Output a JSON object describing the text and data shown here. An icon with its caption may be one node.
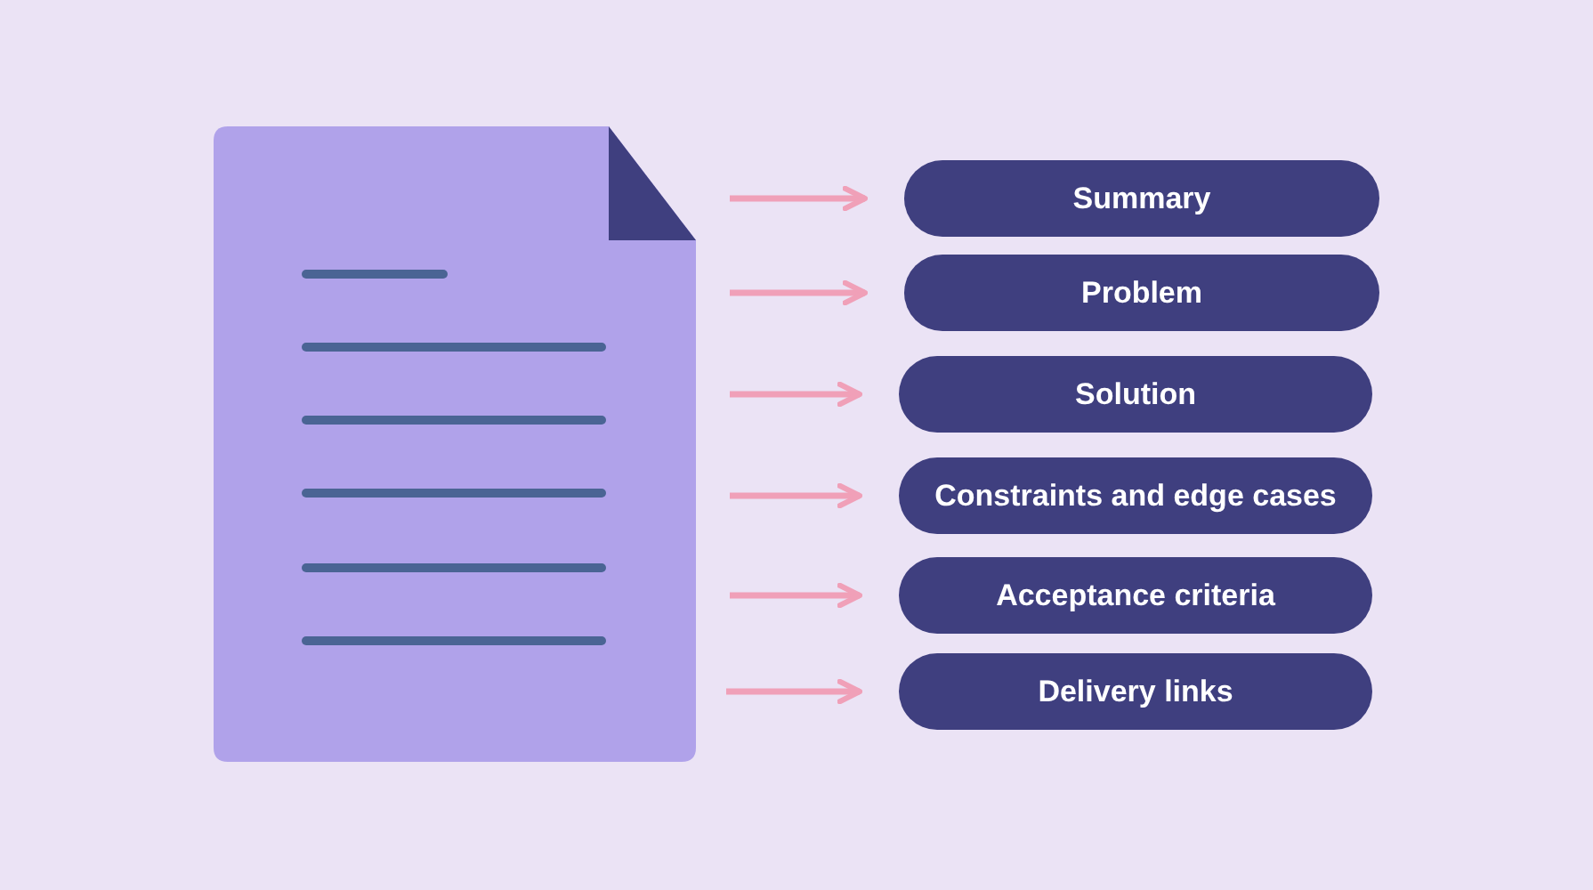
{
  "diagram": {
    "nodes": [
      {
        "text": [
          "Summary"
        ]
      },
      {
        "text": [
          "Problem"
        ]
      },
      {
        "text": [
          "Solution"
        ]
      },
      {
        "text": [
          "Constraints and edge cases"
        ]
      },
      {
        "text": [
          "Acceptance criteria"
        ]
      },
      {
        "text": [
          "Delivery links"
        ]
      }
    ],
    "edges": [
      {
        "from": null,
        "to": 0,
        "arrow": "to"
      },
      {
        "from": null,
        "to": 1,
        "arrow": "to"
      },
      {
        "from": null,
        "to": 2,
        "arrow": "to"
      },
      {
        "from": null,
        "to": 3,
        "arrow": "to"
      },
      {
        "from": null,
        "to": 4,
        "arrow": "to"
      },
      {
        "from": null,
        "to": 5,
        "arrow": "to"
      }
    ]
  }
}
